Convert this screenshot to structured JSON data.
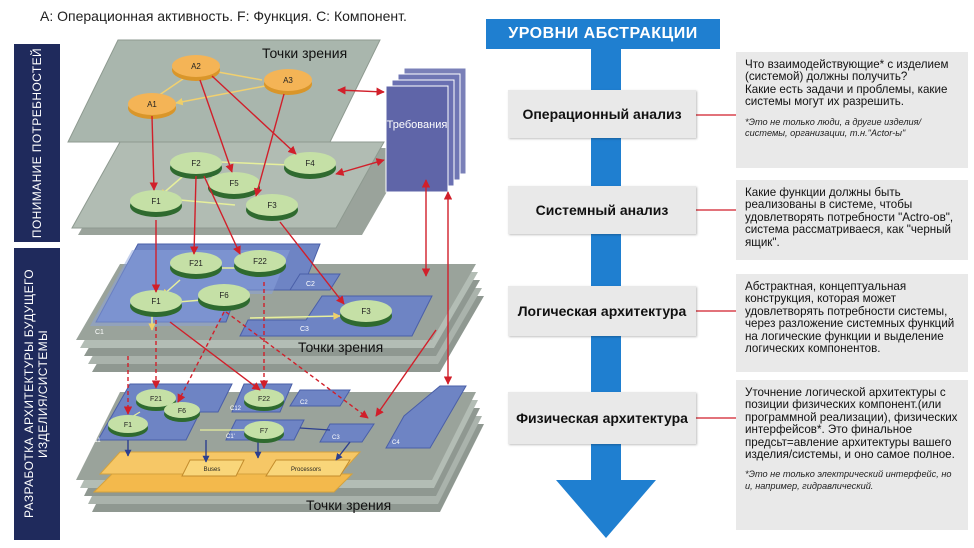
{
  "legend": "A: Операционная активность. F: Функция. С: Компонент.",
  "sidebar": {
    "needs": "ПОНИМАНИЕ ПОТРЕБНОСТЕЙ",
    "architecture": "РАЗРАБОТКА АРХИТЕКТУРЫ БУДУЩЕГО ИЗДЕЛИЯ/СИСТЕМЫ"
  },
  "diagram": {
    "viewpoints_label": "Точки зрения",
    "requirements_label": "Требования",
    "activities": [
      "A1",
      "A2",
      "A3"
    ],
    "system_functions": [
      "F1",
      "F2",
      "F3",
      "F4",
      "F5"
    ],
    "logical_functions": [
      "F1",
      "F21",
      "F22",
      "F6",
      "F3"
    ],
    "logical_components": [
      "C1",
      "C2",
      "C3"
    ],
    "physical_functions": [
      "F1",
      "F21",
      "F6",
      "F22",
      "F7"
    ],
    "physical_components": [
      "C11",
      "C12",
      "C2",
      "C1'",
      "C3",
      "C4"
    ],
    "physical_blocks": [
      "Buses",
      "Processors"
    ]
  },
  "panel": {
    "title": "УРОВНИ АБСТРАКЦИИ",
    "arrow_color": "#1f7fd0",
    "levels": [
      {
        "name": "Операционный анализ",
        "description": "Что взаимодействующие* с изделием (системой) должны получить?\nКакие есть задачи и проблемы, какие системы могут их разрешить.",
        "footnote": "*Это не только люди, а другие изделия/системы, организации, т.н.\"Actor-ы\""
      },
      {
        "name": "Системный анализ",
        "description": "Какие функции должны быть реализованы в системе, чтобы удовлетворять потребности \"Actro-ов\", система рассматриваеся, как \"черный ящик\".",
        "footnote": ""
      },
      {
        "name": "Логическая архитектура",
        "description": "Абстрактная, концептуальная конструкция, которая может удовлетворять потребности системы, через разложение системных функций на логические функции и выделение логических компонентов.",
        "footnote": ""
      },
      {
        "name": "Физическая архитектура",
        "description": "Уточнение логической архитектуры с позиции физических компонент.(или программной реализации), физических интерфейсов*. Это финальное предсьт=авление архитектуры вашего изделия/системы, и оно самое полное.",
        "footnote": "*Это не только электрический интерфейс, но и, например, гидравлический."
      }
    ]
  }
}
